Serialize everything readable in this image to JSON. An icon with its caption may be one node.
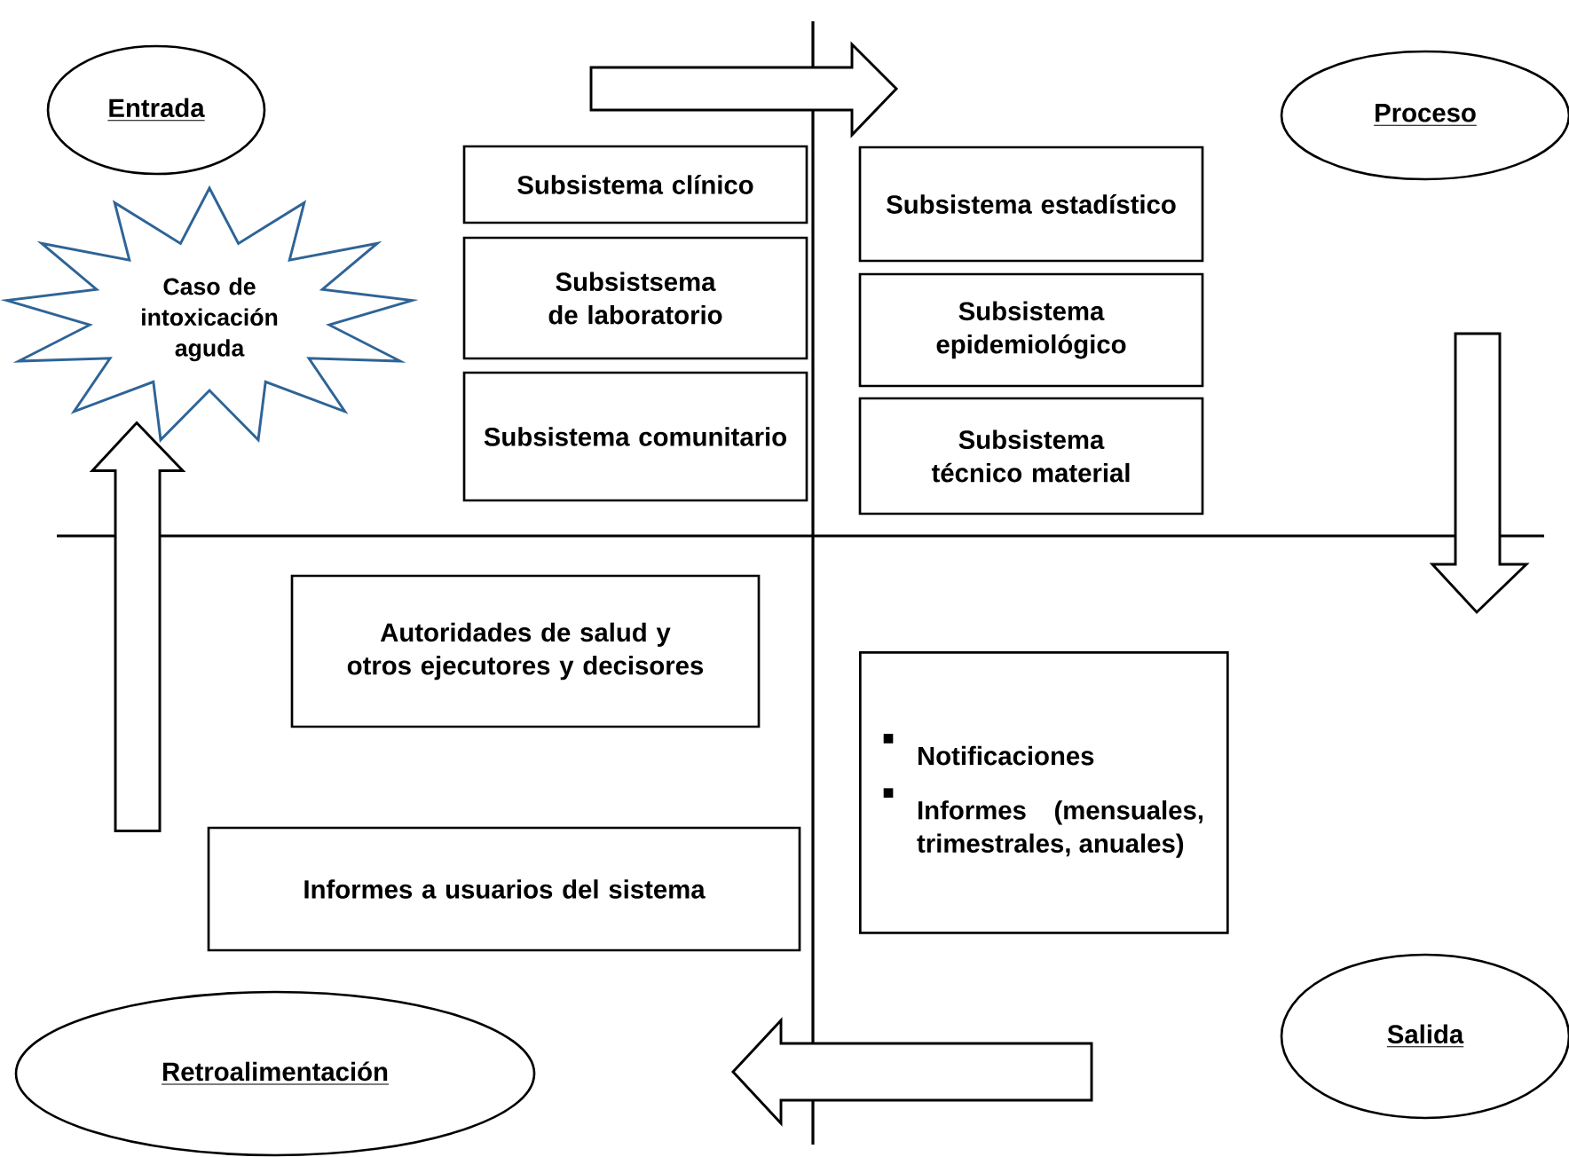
{
  "diagram": {
    "nodes": [
      {
        "text": [
          "Entrada"
        ]
      },
      {
        "text": [
          "Caso de intoxicación aguda"
        ]
      },
      {
        "text": [
          "Subsistema clínico"
        ]
      },
      {
        "text": [
          "Subsistsema de laboratorio"
        ]
      },
      {
        "text": [
          "Subsistema comunitario"
        ]
      },
      {
        "text": [
          "Proceso"
        ]
      },
      {
        "text": [
          "Subsistema estadístico"
        ]
      },
      {
        "text": [
          "Subsistema epidemiológico"
        ]
      },
      {
        "text": [
          "Subsistema técnico material"
        ]
      },
      {
        "text": [
          "Autoridades de salud y otros ejecutores y decisores"
        ]
      },
      {
        "text": [
          "Notificaciones",
          "Informes (mensuales, trimestrales, anuales)"
        ]
      },
      {
        "text": [
          "Informes a usuarios del sistema"
        ]
      },
      {
        "text": [
          "Retroalimentación"
        ]
      },
      {
        "text": [
          "Salida"
        ]
      }
    ],
    "edges": [
      {
        "from": null,
        "to": 1,
        "arrow": "to"
      }
    ]
  }
}
